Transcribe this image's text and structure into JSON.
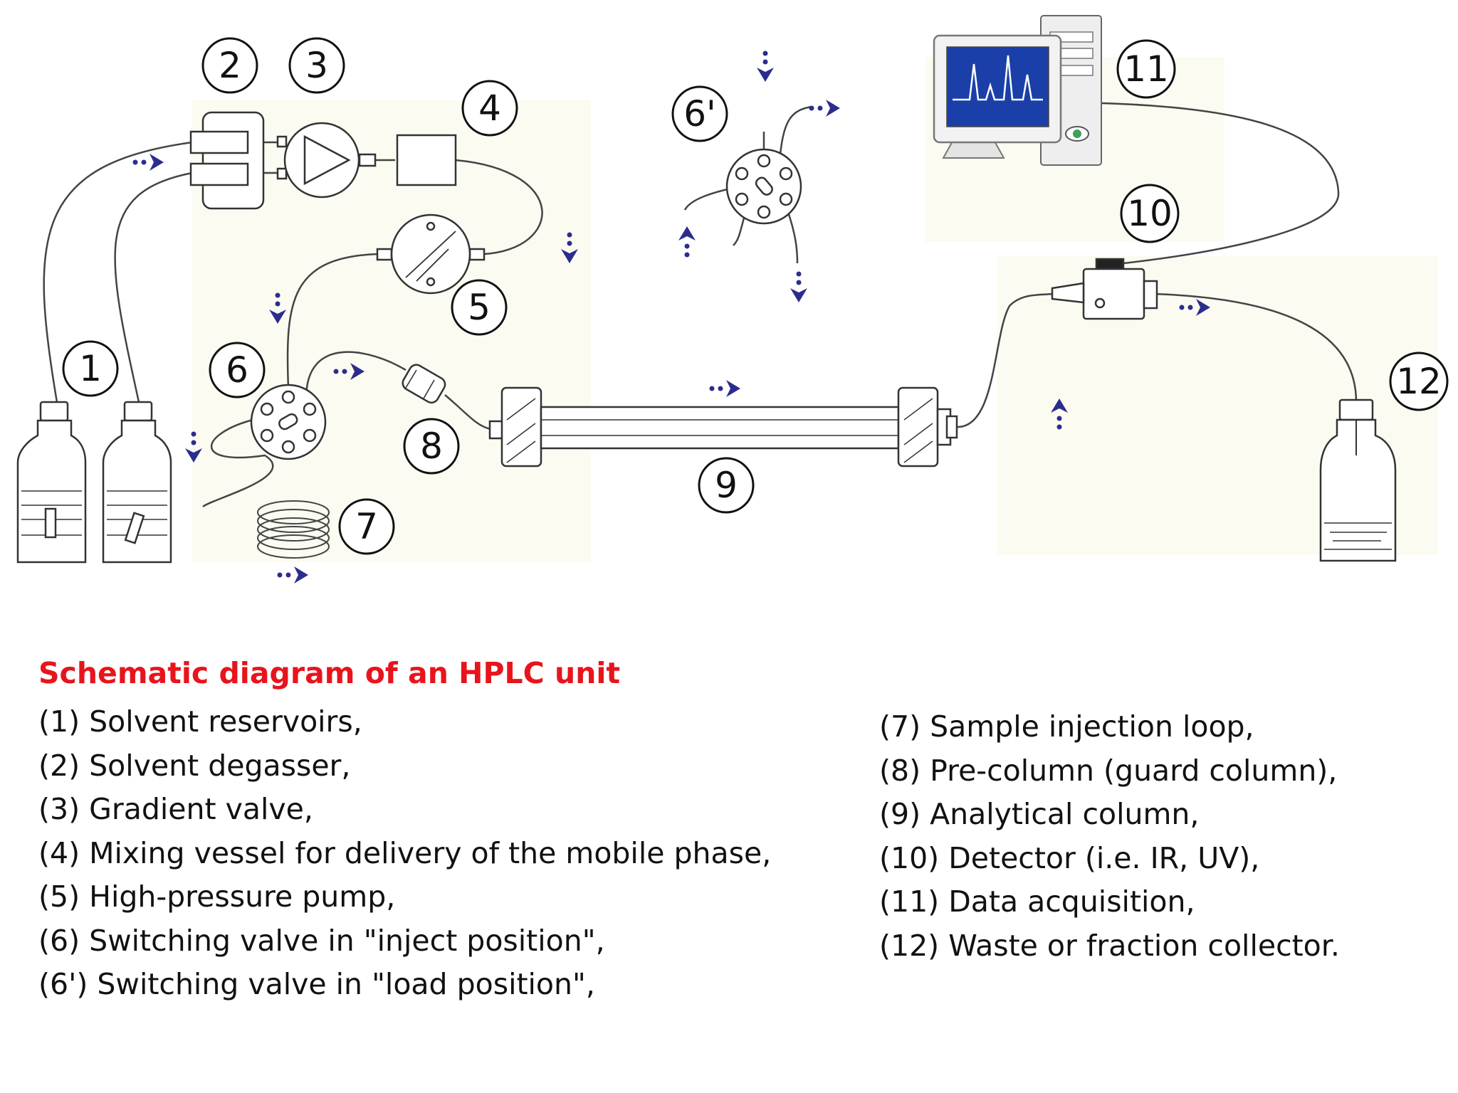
{
  "diagram": {
    "markers": [
      "1",
      "2",
      "3",
      "4",
      "5",
      "6",
      "6'",
      "7",
      "8",
      "9",
      "10",
      "11",
      "12"
    ]
  },
  "caption": {
    "title": "Schematic diagram of an HPLC unit",
    "left_items": [
      "(1) Solvent reservoirs,",
      "(2) Solvent degasser,",
      "(3) Gradient valve,",
      "(4) Mixing vessel for delivery of the mobile phase,",
      "(5) High-pressure pump,",
      "(6) Switching valve in \"inject position\",",
      "(6') Switching valve in \"load position\","
    ],
    "right_items": [
      "(7) Sample injection loop,",
      "(8) Pre-column (guard column),",
      "(9) Analytical column,",
      "(10) Detector (i.e. IR, UV),",
      "(11) Data acquisition,",
      "(12) Waste or fraction collector."
    ]
  },
  "colors": {
    "title_red": "#e8141c",
    "arrow_blue": "#2b2d8e",
    "line_gray": "#444444",
    "screen_blue": "#1a3fa8"
  }
}
